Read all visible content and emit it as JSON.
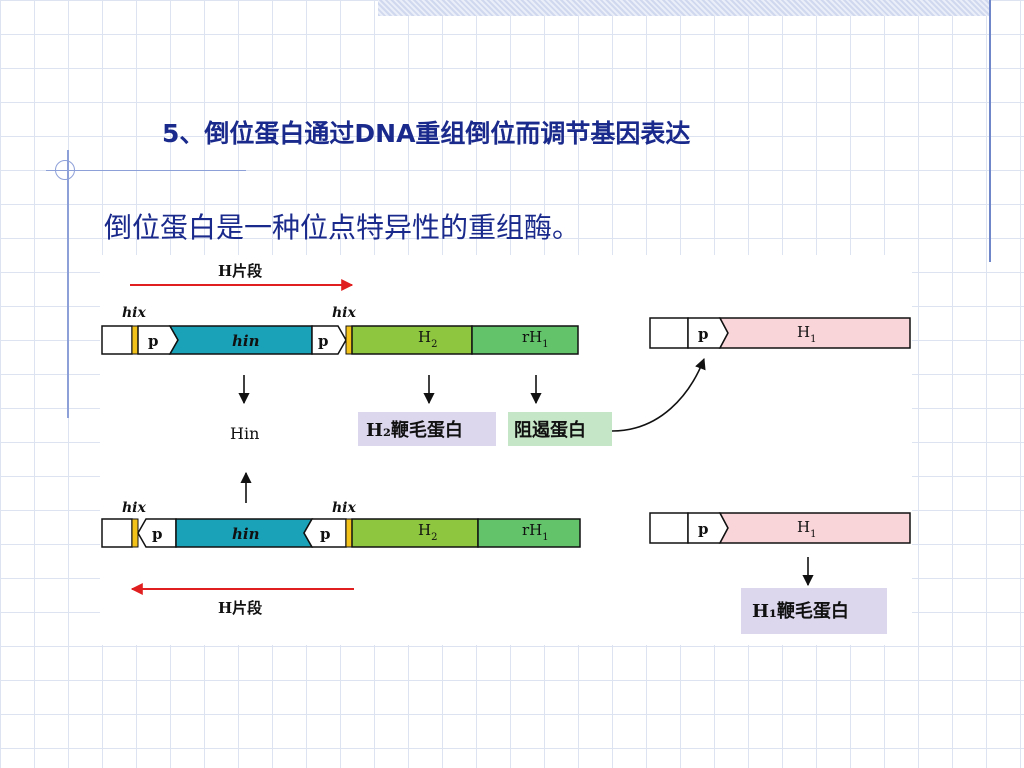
{
  "slide": {
    "title": "5、倒位蛋白通过DNA重组倒位而调节基因表达",
    "subtitle": "倒位蛋白是一种位点特异性的重组酶。"
  },
  "diagram": {
    "h_segment_top": "H片段",
    "h_segment_bottom": "H片段",
    "hix": "hix",
    "p": "p",
    "hin": "hin",
    "h2": "H",
    "h2_sub": "2",
    "rh1": "rH",
    "rh1_sub": "1",
    "h1": "H",
    "h1_sub": "1",
    "hin_protein": "Hin",
    "h2_flagellin_box": "H₂鞭毛蛋白",
    "repressor_box": "阻遏蛋白",
    "h1_flagellin_box": "H₁鞭毛蛋白",
    "colors": {
      "hin_teal": "#1aa3b8",
      "h2_green": "#8ec63f",
      "rh1_green": "#62c36a",
      "h1_pink": "#f9d4d8",
      "hix_yellow": "#f2c21b",
      "box_purple": "#ddd7ee",
      "box_green": "#c6e6c8",
      "arrow_red": "#e02020"
    }
  }
}
